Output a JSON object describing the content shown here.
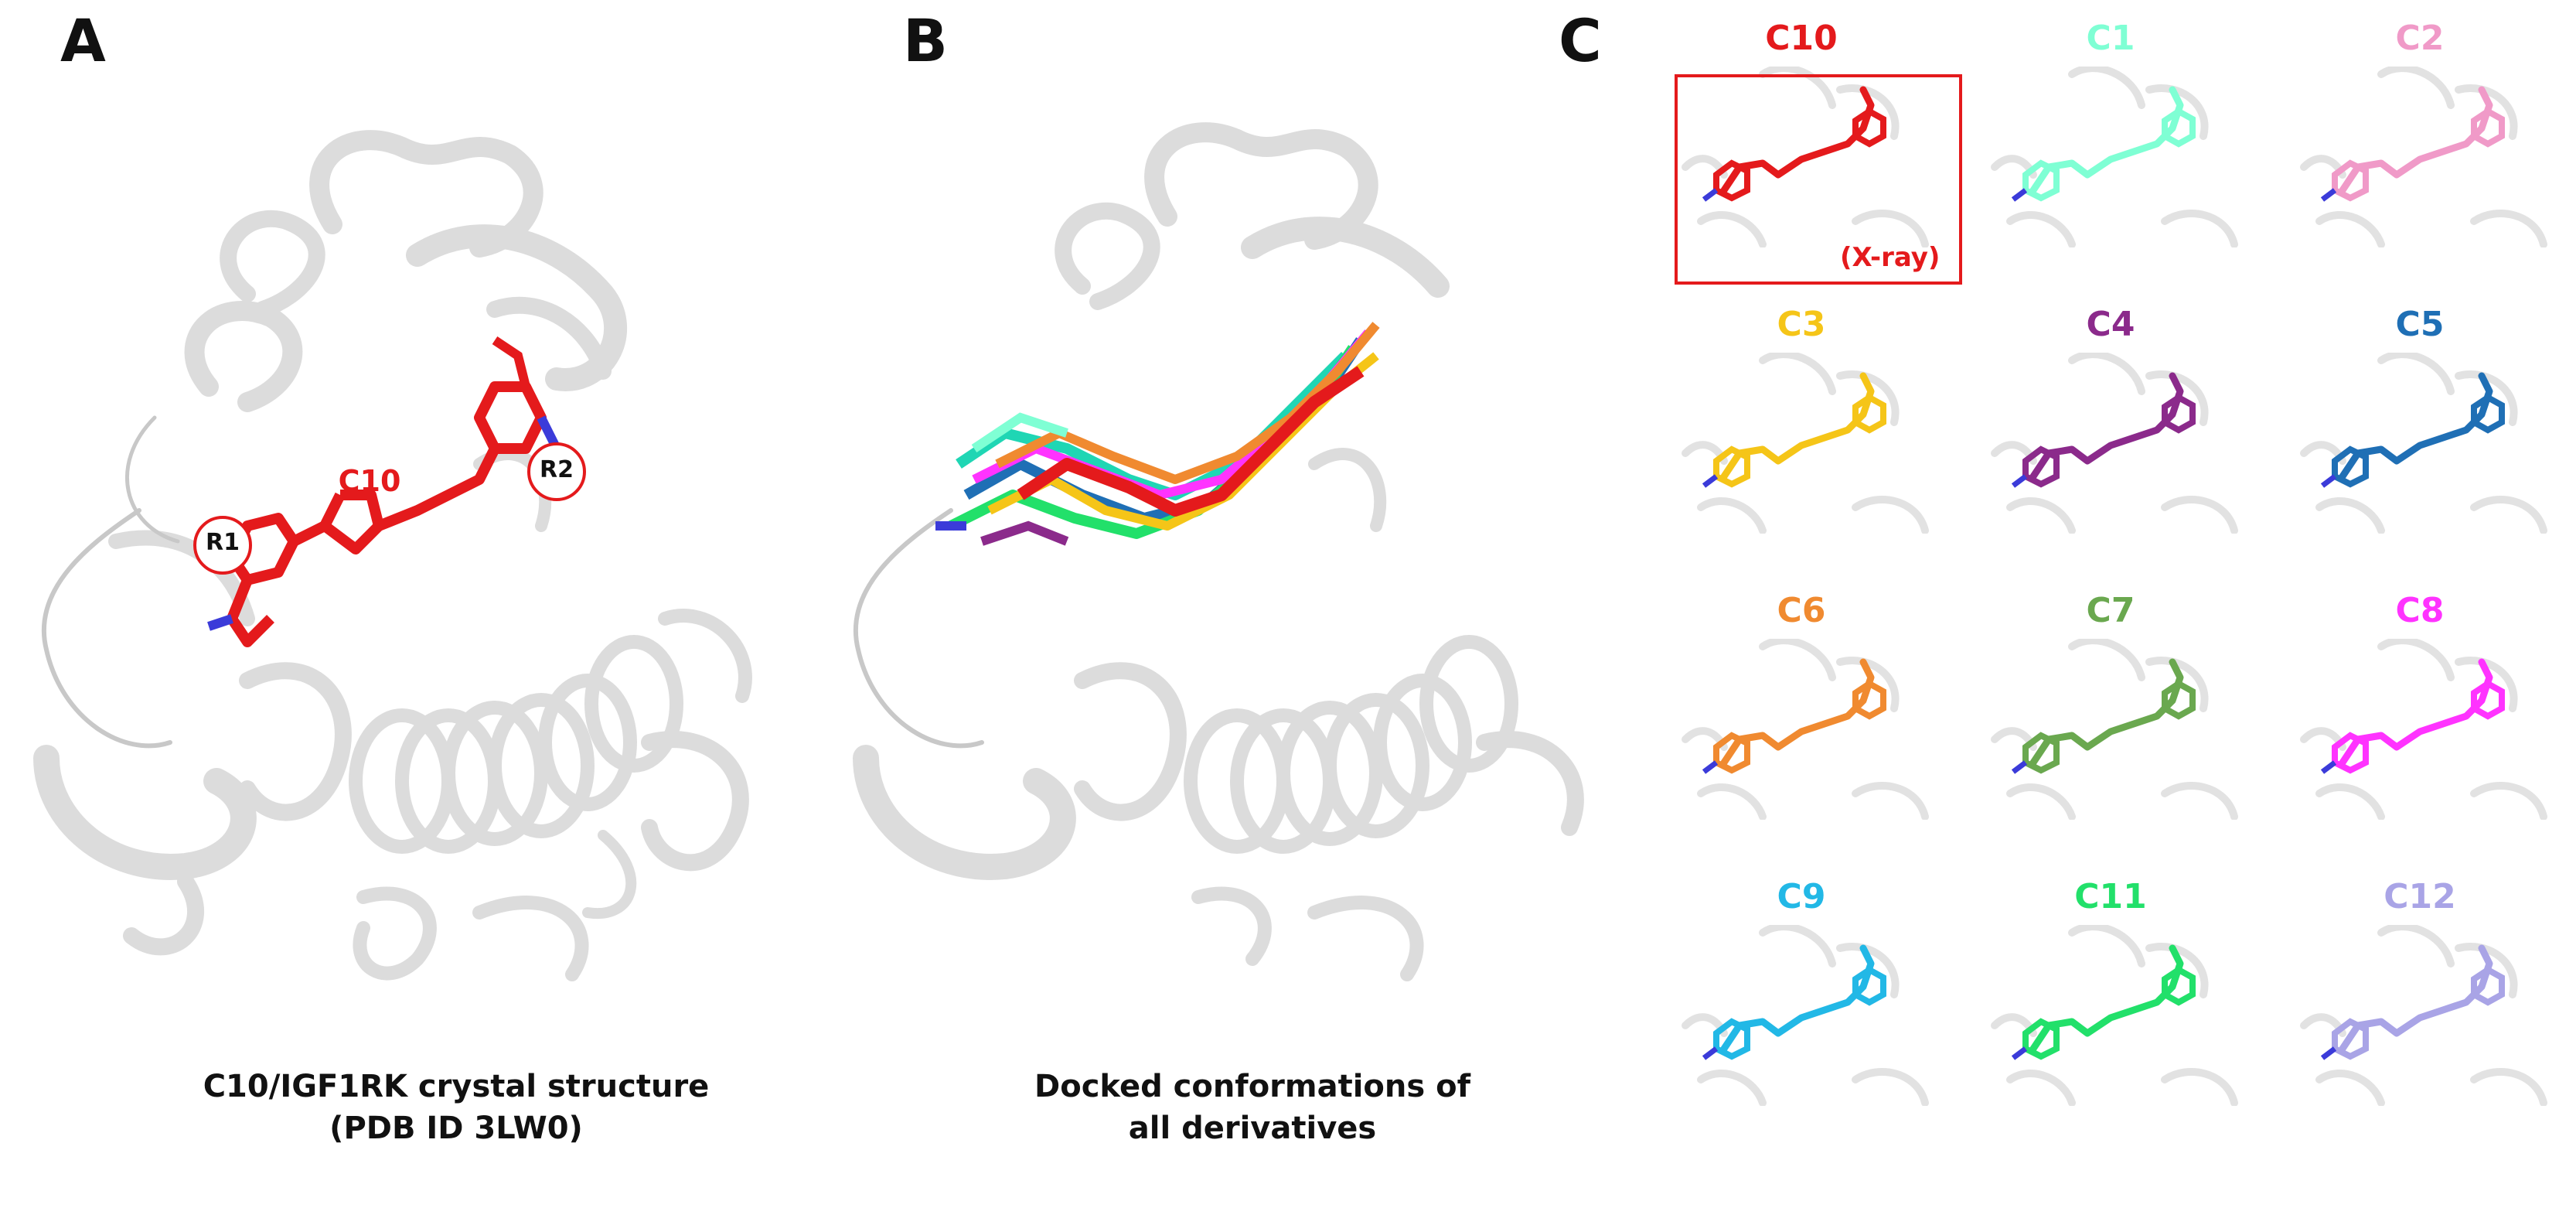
{
  "panels": {
    "A": {
      "letter": "A",
      "ligand_label": "C10",
      "r1_label": "R1",
      "r2_label": "R2",
      "caption_line1": "C10/IGF1RK crystal structure",
      "caption_line2": "(PDB ID 3LW0)"
    },
    "B": {
      "letter": "B",
      "caption_line1": "Docked conformations of",
      "caption_line2": "all derivatives"
    },
    "C": {
      "letter": "C",
      "xray_note": "(X-ray)",
      "thumbnails": [
        {
          "label": "C10",
          "color": "#e41a1c"
        },
        {
          "label": "C1",
          "color": "#7fffd4"
        },
        {
          "label": "C2",
          "color": "#f09ac8"
        },
        {
          "label": "C3",
          "color": "#f5c518"
        },
        {
          "label": "C4",
          "color": "#8b2a8b"
        },
        {
          "label": "C5",
          "color": "#1f6fb5"
        },
        {
          "label": "C6",
          "color": "#f08a30"
        },
        {
          "label": "C7",
          "color": "#6aa84f"
        },
        {
          "label": "C8",
          "color": "#ff33ff"
        },
        {
          "label": "C9",
          "color": "#22b8e6"
        },
        {
          "label": "C11",
          "color": "#22e06a"
        },
        {
          "label": "C12",
          "color": "#a9a4e6"
        }
      ]
    }
  },
  "colors": {
    "ligand_red": "#e41a1c",
    "protein_gray": "#dcdcdc",
    "nitrogen_blue": "#3b3bd9"
  }
}
